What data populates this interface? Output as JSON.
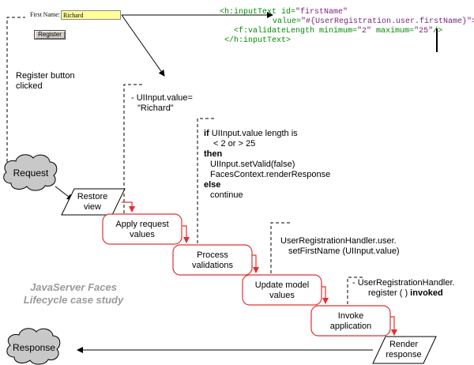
{
  "form": {
    "first_name_label": "First Name:",
    "first_name_value": "Richard",
    "register_label": "Register"
  },
  "code": {
    "line1_tag": "<h:inputText id=",
    "line1_id": "\"firstName\"",
    "line2_attr": "value=",
    "line2_value": "\"#{UserRegistration.user.firstName}\">",
    "line3_tag": "<f:validateLength minimum=",
    "line3_min": "\"2\"",
    "line3_max_attr": " maximum=",
    "line3_max": "\"25\"",
    "line3_end": "/>",
    "line4": "</h:inputText>"
  },
  "notes": {
    "register_clicked": [
      "Register button",
      "clicked"
    ],
    "uiinput_value": [
      "- UIInput.value=",
      "\"Richard\""
    ],
    "validation": {
      "if_kw": "if",
      "if_text": " UIInput.value length is",
      "cond": "< 2 or  >  25",
      "then_kw": "then",
      "then_lines": [
        "UIInput.setValid(false)",
        "FacesContext.renderResponse"
      ],
      "else_kw": "else",
      "else_line": "continue"
    },
    "handler_user": [
      "UserRegistrationHandler.user.",
      "setFirstName (UIInput.value)"
    ],
    "handler_register": [
      "- UserRegistrationHandler.",
      "register ( )"
    ],
    "invoked": " invoked"
  },
  "nodes": {
    "request": "Request",
    "response": "Response",
    "restore_view": [
      "Restore",
      "view"
    ],
    "apply_request": [
      "Apply request",
      "values"
    ],
    "process_validations": [
      "Process",
      "validations"
    ],
    "update_model": [
      "Update model",
      "values"
    ],
    "invoke_application": [
      "Invoke",
      "application"
    ],
    "render_response": [
      "Render",
      "response"
    ]
  },
  "caption": [
    "JavaServer Faces",
    "Lifecycle case study"
  ],
  "colors": {
    "phase_border": "#e23030",
    "cloud_fill": "#c8c8c8",
    "code_tag": "#008c00",
    "code_string": "#7a1f7a",
    "caption": "#9a9a9a",
    "input_fill": "#ffff99"
  }
}
